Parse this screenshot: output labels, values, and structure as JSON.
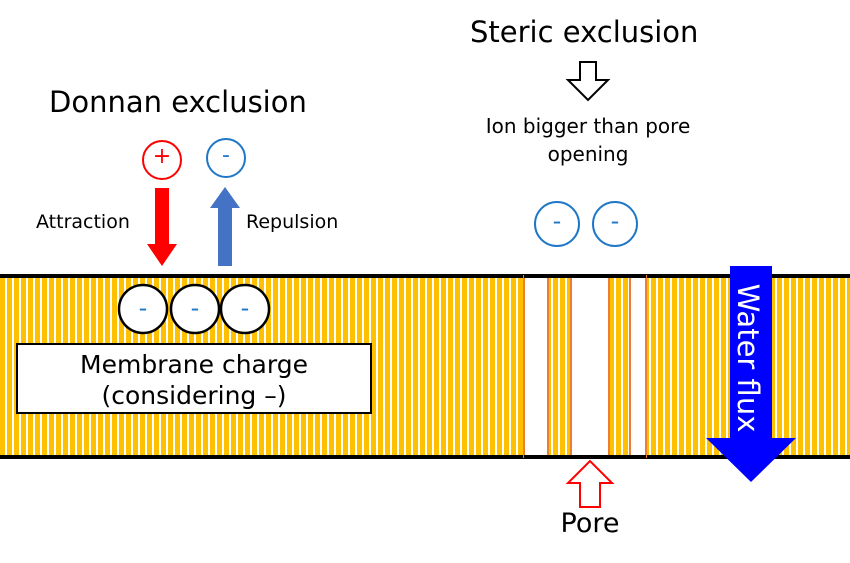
{
  "donnan": {
    "title": "Donnan exclusion",
    "cation_symbol": "+",
    "anion_symbol": "-",
    "attraction_label": "Attraction",
    "repulsion_label": "Repulsion",
    "cation_color": "#ff0000",
    "anion_color": "#1f77c8",
    "attraction_arrow_color": "#ff0000",
    "repulsion_arrow_color": "#4472c4"
  },
  "membrane": {
    "fixed_charges": [
      "-",
      "-",
      "-"
    ],
    "charge_label_line1": "Membrane charge",
    "charge_label_line2": "(considering –)",
    "fill_color": "#ffc000",
    "stripe_color": "#ffffff",
    "edge_color": "#000000"
  },
  "steric": {
    "title": "Steric exclusion",
    "note_line1": "Ion bigger than pore",
    "note_line2": "opening",
    "ions": [
      "-",
      "-"
    ],
    "arrow_icon": "down-arrow-outline-icon"
  },
  "pore": {
    "label": "Pore",
    "border_color": "#ed7d31",
    "arrow_color": "#ff0000"
  },
  "water_flux": {
    "label": "Water flux",
    "arrow_color": "#0000ff"
  }
}
